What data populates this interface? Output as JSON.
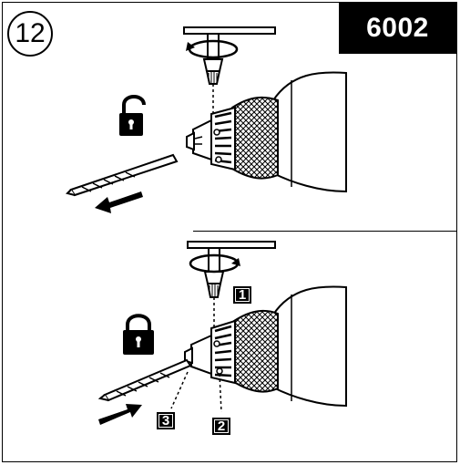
{
  "header": {
    "step_number": "12",
    "model_number": "6002"
  },
  "callouts": {
    "key_turn": "1",
    "chuck_teeth": "2",
    "drill_bit": "3"
  },
  "icons": {
    "top_lock": "padlock-open-icon",
    "bottom_lock": "padlock-closed-icon",
    "top_arrow": "arrow-left-icon",
    "bottom_arrow": "arrow-right-icon"
  }
}
